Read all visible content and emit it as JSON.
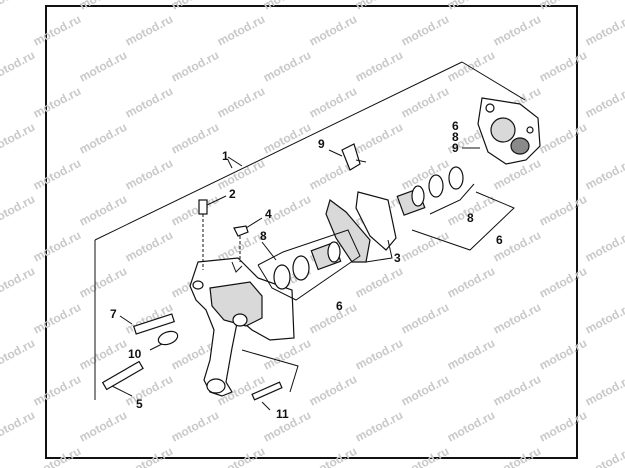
{
  "watermark": {
    "text": "motod.ru"
  },
  "callouts": {
    "c1": "1",
    "c2": "2",
    "c3": "3",
    "c4": "4",
    "c5": "5",
    "c6a": "6",
    "c6b": "6",
    "c6c": "6",
    "c7": "7",
    "c8a": "8",
    "c8b": "8",
    "c8c": "8",
    "c9a": "9",
    "c9b": "9",
    "c10": "10",
    "c11": "11"
  }
}
